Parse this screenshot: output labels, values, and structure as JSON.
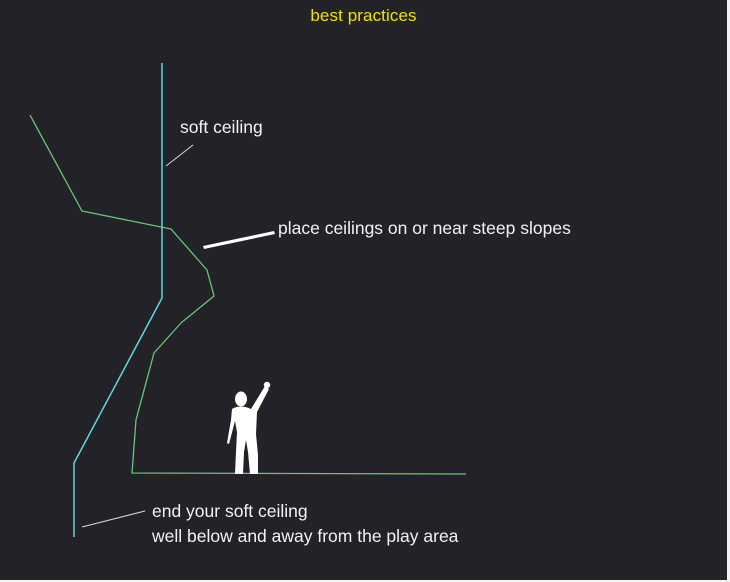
{
  "title": "best practices",
  "labels": {
    "soft_ceiling": "soft ceiling",
    "place_ceilings": "place ceilings on or near steep slopes",
    "end_ceiling_line1": "end your soft ceiling",
    "end_ceiling_line2": "well below and away from the play area"
  },
  "colors": {
    "background": "#232228",
    "title": "#f0e000",
    "label_text": "#f2f2f2",
    "soft_ceiling_line": "#5ed6de",
    "terrain_line": "#64c879",
    "leader_line": "#ffffff",
    "figure": "#ffffff"
  }
}
